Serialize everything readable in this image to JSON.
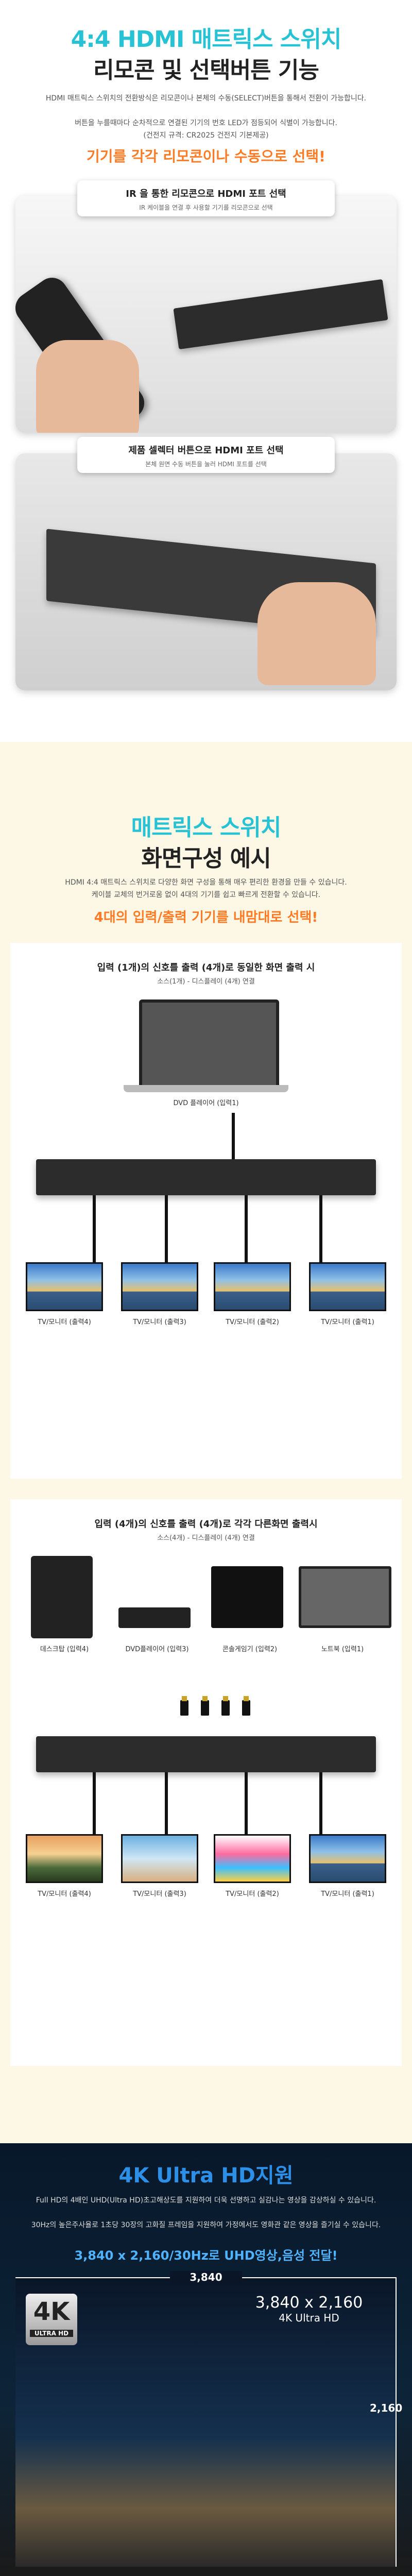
{
  "s1": {
    "title1": "4:4 HDMI 매트릭스 스위치",
    "title2": "리모콘 및 선택버튼 기능",
    "p1": "HDMI 매트릭스 스위치의 전환방식은 리모콘이나 본체의 수동(SELECT)버튼을 통해서 전환이 가능합니다.",
    "p2": "버튼을 누를때마다 순차적으로 연결된 기기의 번호 LED가 점등되어 식별이 가능합니다.",
    "p3": "(건전지 규격: CR2025 건전지 기본제공)",
    "slogan": "기기를 각각 리모콘이나 수동으로 선택!",
    "card1_title": "IR 을 통한 리모콘으로 HDMI 포트 선택",
    "card1_sub": "IR 케이블을 연결 후 사용할 기기를 리모콘으로 선택",
    "card2_title": "제품 셀렉터 버튼으로 HDMI 포트 선택",
    "card2_sub": "본체 원면 수동 버튼을 눌러 HDMI 포트를 선택"
  },
  "s2": {
    "title1": "매트릭스 스위치",
    "title2": "화면구성 예시",
    "p1": "HDMI 4:4 매트릭스 스위치로 다양한 화면 구성을 통해 매우 편리한 환경을 만들 수 있습니다.",
    "p2": "케이블 교체의 번거로움 없이 4대의 기기를 쉽고 빠르게 전환할 수 있습니다.",
    "slogan": "4대의 입력/출력 기기를 내맘대로 선택!",
    "box1_title": "입력 (1개)의 신호를 출력 (4개)로 동일한 화면 출력 시",
    "box1_sub": "소스(1개) - 디스플레이 (4개) 연결",
    "box1_src": "DVD 플레이어 (입력1)",
    "box1_tvs": [
      "TV/모니터 (출력4)",
      "TV/모니터 (출력3)",
      "TV/모니터 (출력2)",
      "TV/모니터 (출력1)"
    ],
    "box2_title": "입력 (4개)의 신호를 출력 (4개)로 각각 다른화면 출력시",
    "box2_sub": "소스(4개) - 디스플레이 (4개) 연결",
    "box2_srcs": [
      "데스크탑 (입력4)",
      "DVD플레이어 (입력3)",
      "콘솔게임기 (입력2)",
      "노트북 (입력1)"
    ],
    "box2_tvs": [
      "TV/모니터 (출력4)",
      "TV/모니터 (출력3)",
      "TV/모니터 (출력2)",
      "TV/모니터 (출력1)"
    ]
  },
  "s3": {
    "title": "4K Ultra HD지원",
    "p1": "Full HD의 4배인 UHD(Ultra HD)초고해상도를 지원하여 더욱 선명하고 실감나는 영상을 감상하실 수 있습니다.",
    "p2": "30Hz의 높은주사율로 1초당 30장의 고화질 프레임을 지원하여 가정에서도 영화관 같은 영상을 즐기실 수 있습니다.",
    "slogan": "3,840 x 2,160/30Hz로 UHD영상,음성 전달!",
    "dim_w": "3,840",
    "dim_h": "2,160",
    "res": "3,840 x 2,160",
    "res_sub": "4K Ultra HD",
    "logo_big": "4K",
    "logo_small": "ULTRA HD"
  },
  "colors": {
    "cyan": "#27c3d4",
    "orange": "#ff7a22",
    "blue": "#2c8fe8",
    "bg2": "#fdf7e6",
    "dark": "#0b1a2c"
  }
}
